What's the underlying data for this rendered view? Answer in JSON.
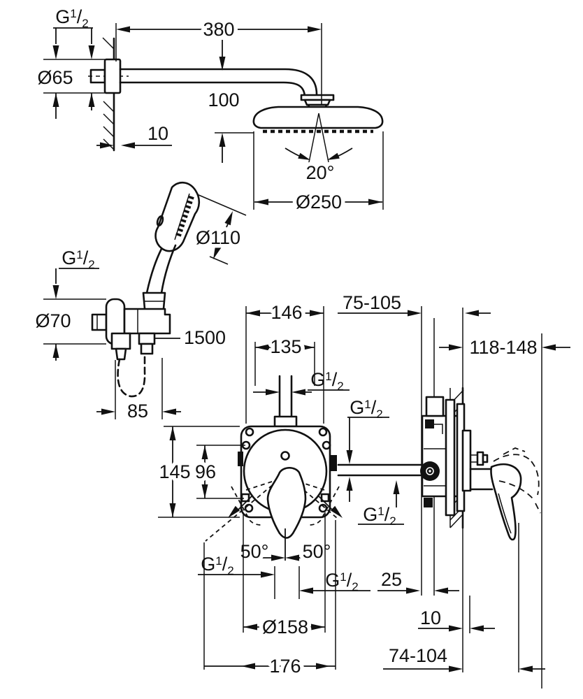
{
  "colors": {
    "background": "#ffffff",
    "line": "#111111"
  },
  "g_half": {
    "base": "G",
    "num": "1",
    "slash": "/",
    "den": "2"
  },
  "head_shower": {
    "arm_length": "380",
    "flange_diameter": "Ø65",
    "head_drop": "100",
    "flange_depth": "10",
    "spray_angle": "20°",
    "head_diameter": "Ø250"
  },
  "hand_shower": {
    "head_diameter": "Ø110",
    "holder_flange_diameter": "Ø70",
    "hose_length": "1500",
    "outlet_spacing": "85"
  },
  "mixer_front": {
    "body_width": "146",
    "inner_width": "135",
    "plate_height": "145",
    "screw_spacing": "96",
    "swing_angle_left": "50°",
    "swing_angle_right": "50°",
    "escutcheon_diameter": "Ø158",
    "plate_width": "176"
  },
  "mixer_side": {
    "rough_in_depth": "75-105",
    "total_depth": "118-148",
    "rail_offset": "25",
    "plate_thickness": "10",
    "handle_projection": "74-104"
  }
}
